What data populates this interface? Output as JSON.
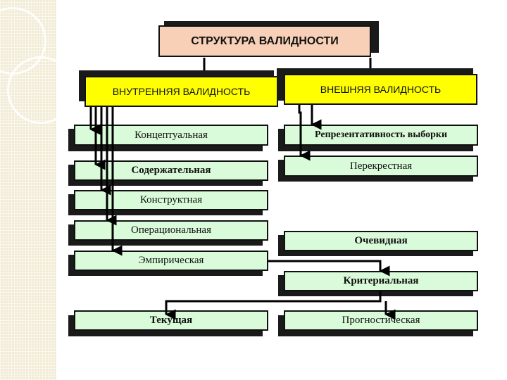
{
  "diagram": {
    "title": "СТРУКТУРА ВАЛИДНОСТИ",
    "internal": {
      "label": "ВНУТРЕННЯЯ ВАЛИДНОСТЬ",
      "items": [
        "Концептуальная",
        "Содержательная",
        "Конструктная",
        "Операциональная",
        "Эмпирическая"
      ],
      "sub_items": [
        "Текущая"
      ]
    },
    "external": {
      "label": "ВНЕШНЯЯ ВАЛИДНОСТЬ",
      "items": [
        "Репрезентативность выборки",
        "Перекрестная",
        "Очевидная",
        "Критериальная"
      ],
      "sub_items": [
        "Прогностическая"
      ]
    },
    "colors": {
      "title_fill": "#f8d0b8",
      "category_fill": "#ffff00",
      "item_fill": "#d9fbd9",
      "shadow": "#1a1a1a"
    }
  }
}
